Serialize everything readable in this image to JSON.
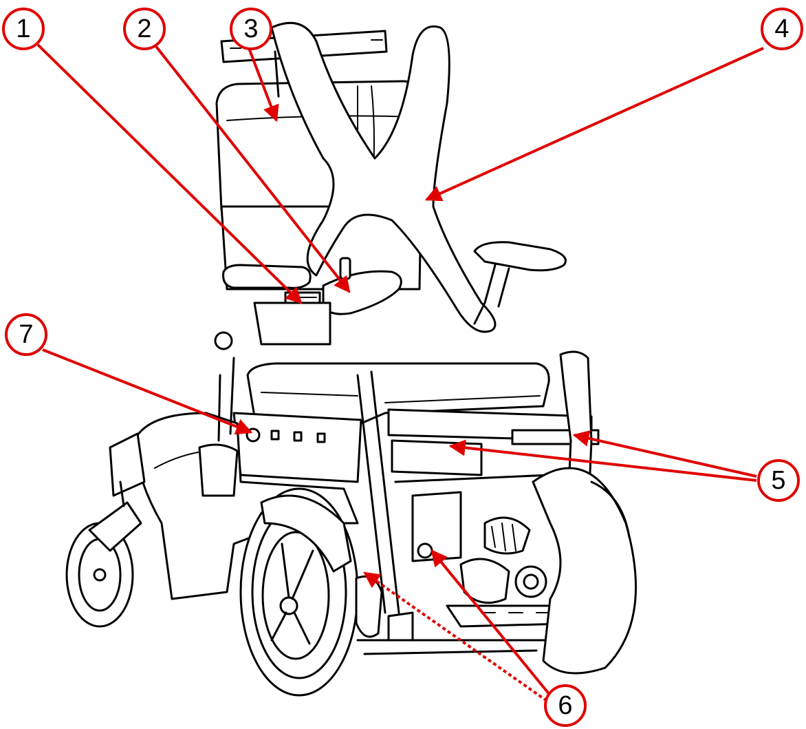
{
  "colors": {
    "callout": "#e00000",
    "drawing": "#000000",
    "background": "#ffffff"
  },
  "callouts": [
    {
      "id": "1",
      "label": "1"
    },
    {
      "id": "2",
      "label": "2"
    },
    {
      "id": "3",
      "label": "3"
    },
    {
      "id": "4",
      "label": "4"
    },
    {
      "id": "5",
      "label": "5"
    },
    {
      "id": "6",
      "label": "6"
    },
    {
      "id": "7",
      "label": "7"
    }
  ],
  "illustration": {
    "icon": "power-wheelchair-line-drawing"
  }
}
